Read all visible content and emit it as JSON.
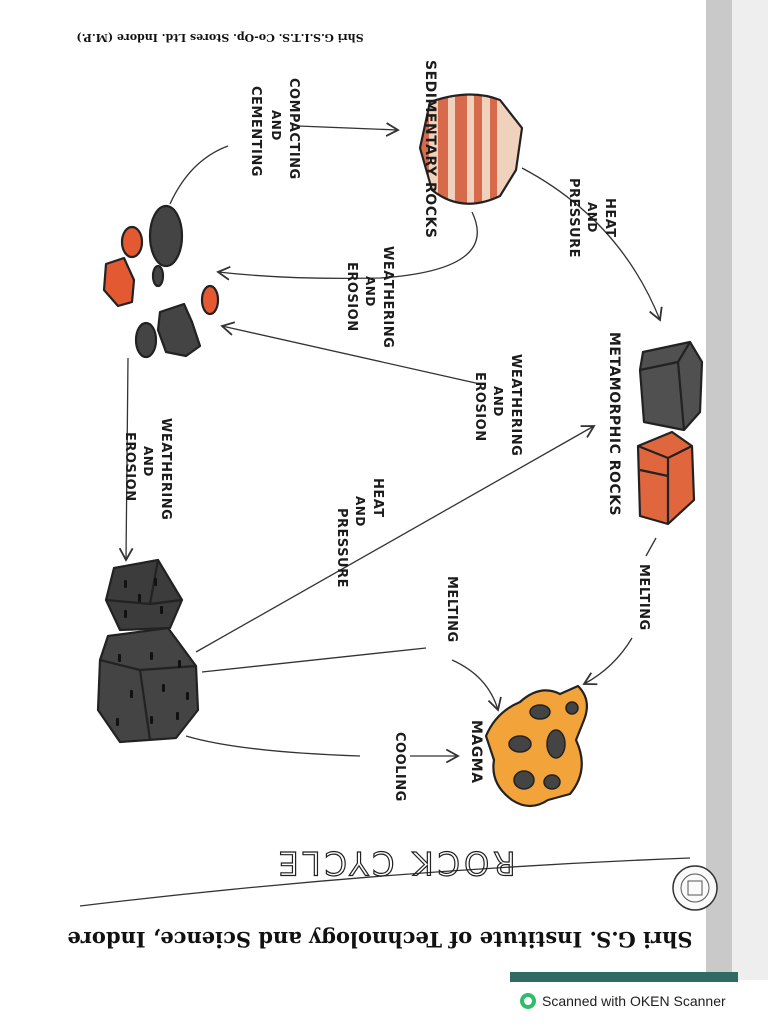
{
  "diagram": {
    "title": "ROCK CYCLE",
    "institute": "Shri G.S. Institute of Technology and Science, Indore",
    "printer": "Shri G.S.I.T.S. Co-Op. Stores Ltd. Indore (M.P.)",
    "nodes": {
      "sedimentary": "SEDIMENTARY ROCKS",
      "metamorphic": "METAMORPHIC ROCKS",
      "magma": "MAGMA"
    },
    "process_labels": {
      "compacting": [
        "COMPACTING",
        "AND",
        "CEMENTING"
      ],
      "heat_top": [
        "HEAT",
        "AND",
        "PRESSURE"
      ],
      "weathering_center": [
        "WEATHERING",
        "AND",
        "EROSION"
      ],
      "weathering_right": [
        "WEATHERING",
        "AND",
        "EROSION"
      ],
      "weathering_left": [
        "WEATHERING",
        "AND",
        "EROSION"
      ],
      "heat_center": [
        "HEAT",
        "AND",
        "PRESSURE"
      ],
      "melting_right": "MELTING",
      "melting_center": "MELTING",
      "cooling": "COOLING"
    },
    "colors": {
      "sedimentary_red": "#d86a4c",
      "sedimentary_cream": "#f0d2bc",
      "metamorphic_gray": "#505050",
      "metamorphic_orange": "#e0663e",
      "magma_orange": "#f2a43a",
      "igneous_gray": "#444444",
      "sediment_red": "#e35a32",
      "page_border": "#b8b8b8",
      "bottom_band": "#2f6b63"
    }
  },
  "scanner": {
    "label": "Scanned with OKEN Scanner",
    "icon": "scanner-logo-icon"
  }
}
